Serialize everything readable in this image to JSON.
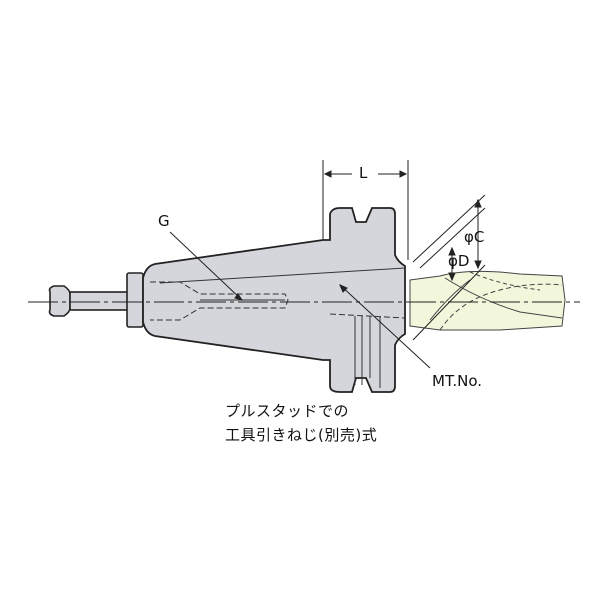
{
  "labels": {
    "length": "L",
    "thread": "G",
    "diameter_c": "φC",
    "diameter_d": "φD",
    "taper": "MT.No."
  },
  "caption": {
    "line1": "プルスタッドでの",
    "line2": "工具引きねじ(別売)式"
  },
  "colors": {
    "body": "#d4d6dc",
    "tool": "#f2f7dc",
    "outline": "#222222"
  }
}
